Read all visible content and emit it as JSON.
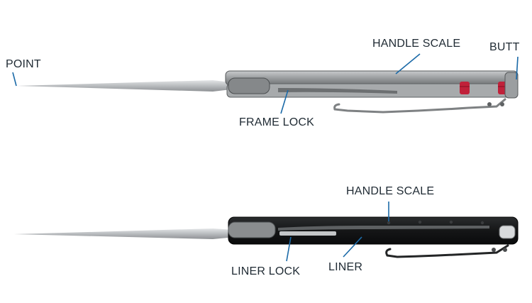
{
  "diagram": {
    "top_knife": {
      "labels": {
        "point": "POINT",
        "handle_scale": "HANDLE SCALE",
        "butt": "BUTT",
        "frame_lock": "FRAME LOCK"
      }
    },
    "bottom_knife": {
      "labels": {
        "handle_scale": "HANDLE SCALE",
        "liner_lock": "LINER LOCK",
        "liner": "LINER"
      }
    },
    "colors": {
      "label_text": "#1f2a33",
      "leader_line": "#1b6aa8",
      "blade_steel": "#b9bcbf",
      "frame_steel": "#9a9d9f",
      "black_scale": "#151617",
      "red_standoff": "#c0213a"
    }
  }
}
